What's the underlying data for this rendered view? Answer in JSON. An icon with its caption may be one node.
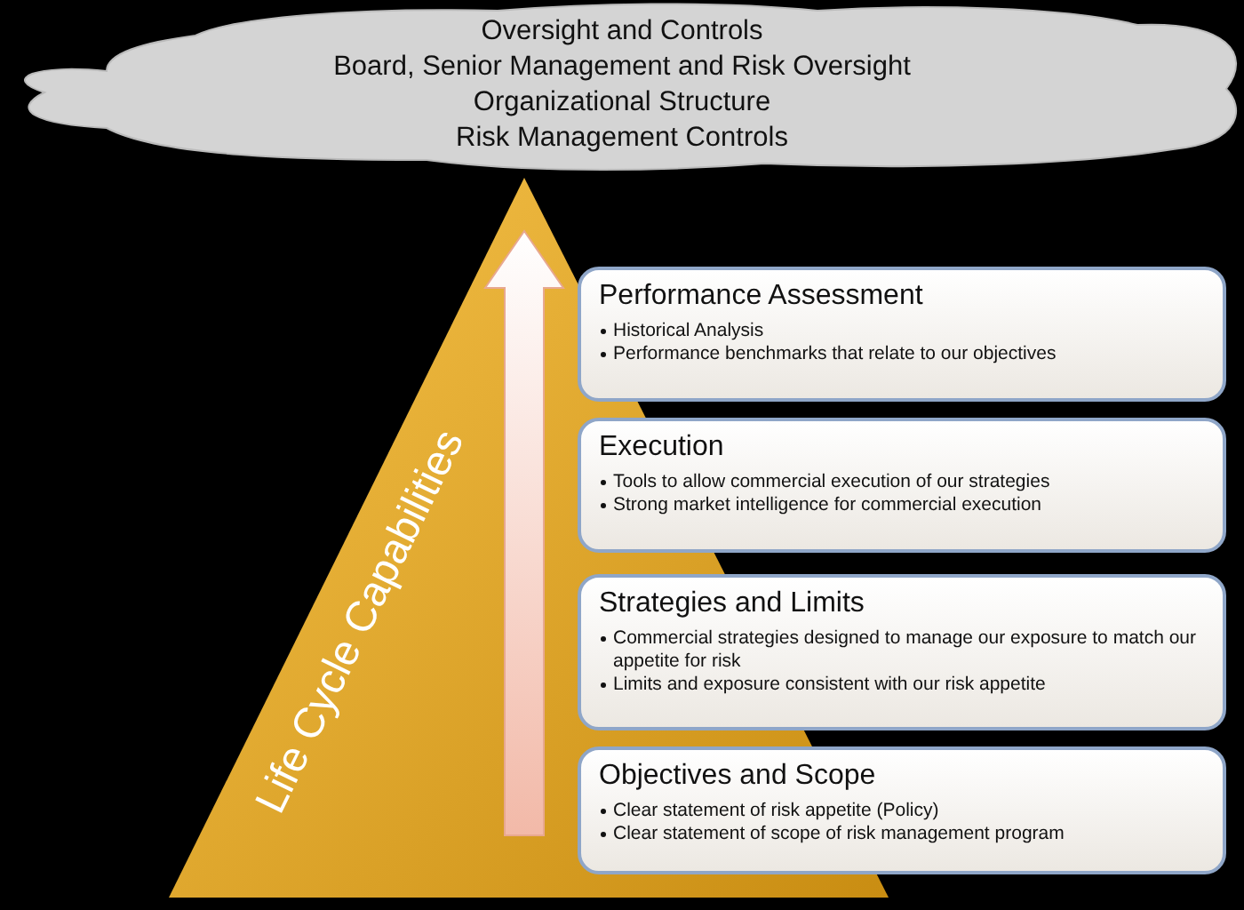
{
  "diagram": {
    "nodes": [
      {
        "text": [
          "Oversight and Controls",
          "Board, Senior Management and Risk Oversight",
          "Organizational Structure",
          "Risk Management Controls"
        ]
      },
      {
        "text": [
          "Life Cycle Capabilities"
        ]
      },
      {
        "text": [
          "Performance Assessment",
          "Historical Analysis",
          "Performance benchmarks that relate to our objectives"
        ]
      },
      {
        "text": [
          "Execution",
          "Tools to allow commercial execution of our strategies",
          "Strong market intelligence for commercial execution"
        ]
      },
      {
        "text": [
          "Strategies and Limits",
          "Commercial strategies designed to manage our exposure to match our appetite for risk",
          "Limits and exposure consistent with our risk appetite"
        ]
      },
      {
        "text": [
          "Objectives and Scope",
          "Clear statement of risk appetite (Policy)",
          "Clear statement of scope of risk management program"
        ]
      }
    ],
    "edges": []
  }
}
